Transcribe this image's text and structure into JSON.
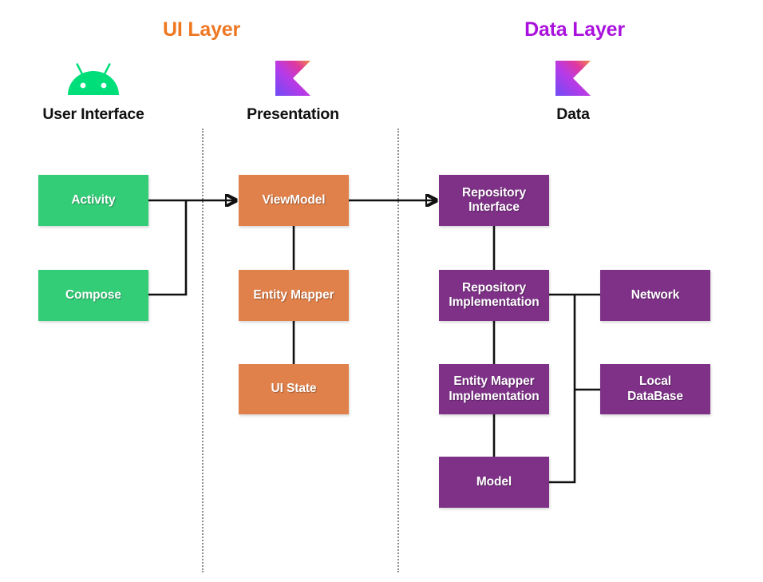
{
  "layers": [
    {
      "id": "ui-layer",
      "title": "UI Layer",
      "color": "#EE7722"
    },
    {
      "id": "data-layer",
      "title": "Data Layer",
      "color": "#AA11DD"
    }
  ],
  "columns": [
    {
      "id": "user-interface",
      "label": "User Interface",
      "icon": "android-icon"
    },
    {
      "id": "presentation",
      "label": "Presentation",
      "icon": "kotlin-icon"
    },
    {
      "id": "data",
      "label": "Data",
      "icon": "kotlin-icon"
    }
  ],
  "nodes": {
    "activity": {
      "label": "Activity",
      "color": "#33CC77"
    },
    "compose": {
      "label": "Compose",
      "color": "#33CC77"
    },
    "viewmodel": {
      "label": "ViewModel",
      "color": "#E0804A"
    },
    "entity_mapper": {
      "label": "Entity Mapper",
      "color": "#E0804A"
    },
    "ui_state": {
      "label": "UI State",
      "color": "#E0804A"
    },
    "repo_interface": {
      "label": "Repository\nInterface",
      "color": "#7E3187"
    },
    "repo_impl": {
      "label": "Repository\nImplementation",
      "color": "#7E3187"
    },
    "mapper_impl": {
      "label": "Entity Mapper\nImplementation",
      "color": "#7E3187"
    },
    "model": {
      "label": "Model",
      "color": "#7E3187"
    },
    "network": {
      "label": "Network",
      "color": "#7E3187"
    },
    "local_db": {
      "label": "Local\nDataBase",
      "color": "#7E3187"
    }
  },
  "connections": [
    {
      "from": "activity",
      "to": "viewmodel",
      "arrow": true
    },
    {
      "from": "compose",
      "to": "viewmodel",
      "arrow": true
    },
    {
      "from": "viewmodel",
      "to": "repo_interface",
      "arrow": true
    },
    {
      "from": "viewmodel",
      "to": "entity_mapper",
      "arrow": false
    },
    {
      "from": "entity_mapper",
      "to": "ui_state",
      "arrow": false
    },
    {
      "from": "repo_interface",
      "to": "repo_impl",
      "arrow": false
    },
    {
      "from": "repo_impl",
      "to": "mapper_impl",
      "arrow": false
    },
    {
      "from": "mapper_impl",
      "to": "model",
      "arrow": false
    },
    {
      "from": "repo_impl",
      "to": "network",
      "arrow": false
    },
    {
      "from": "repo_impl",
      "to": "local_db",
      "arrow": false
    },
    {
      "from": "model",
      "to": "network",
      "arrow": false
    }
  ],
  "dividers": [
    {
      "id": "divider-ui-presentation",
      "color": "#8d8d8d"
    },
    {
      "id": "divider-presentation-data",
      "color": "#8d8d8d"
    }
  ]
}
